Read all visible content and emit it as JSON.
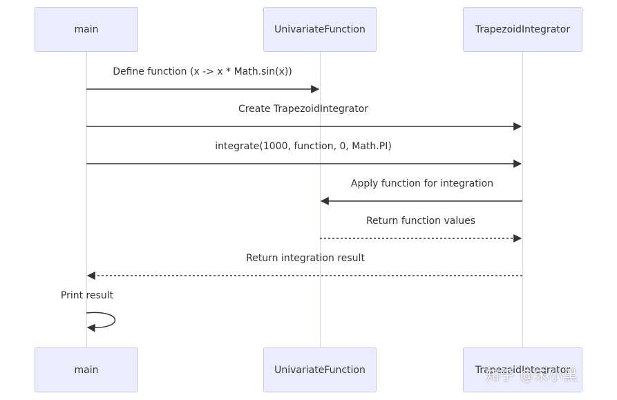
{
  "participants": {
    "main": "main",
    "univariate": "UnivariateFunction",
    "trapezoid": "TrapezoidIntegrator"
  },
  "messages": [
    {
      "text": "Define function (x -> x * Math.sin(x))",
      "from": "main",
      "to": "univariate",
      "style": "solid"
    },
    {
      "text": "Create TrapezoidIntegrator",
      "from": "main",
      "to": "trapezoid",
      "style": "solid"
    },
    {
      "text": "integrate(1000, function, 0, Math.PI)",
      "from": "main",
      "to": "trapezoid",
      "style": "solid"
    },
    {
      "text": "Apply function for integration",
      "from": "trapezoid",
      "to": "univariate",
      "style": "solid"
    },
    {
      "text": "Return function values",
      "from": "univariate",
      "to": "trapezoid",
      "style": "dotted"
    },
    {
      "text": "Return integration result",
      "from": "trapezoid",
      "to": "main",
      "style": "dotted"
    },
    {
      "text": "Print result",
      "from": "main",
      "to": "main",
      "style": "self"
    }
  ],
  "watermark": "知乎 @宋小黑",
  "colors": {
    "actor_fill": "#ececff",
    "actor_border": "#c9c9f0",
    "lifeline": "#d4d4ee",
    "arrow": "#333333"
  }
}
